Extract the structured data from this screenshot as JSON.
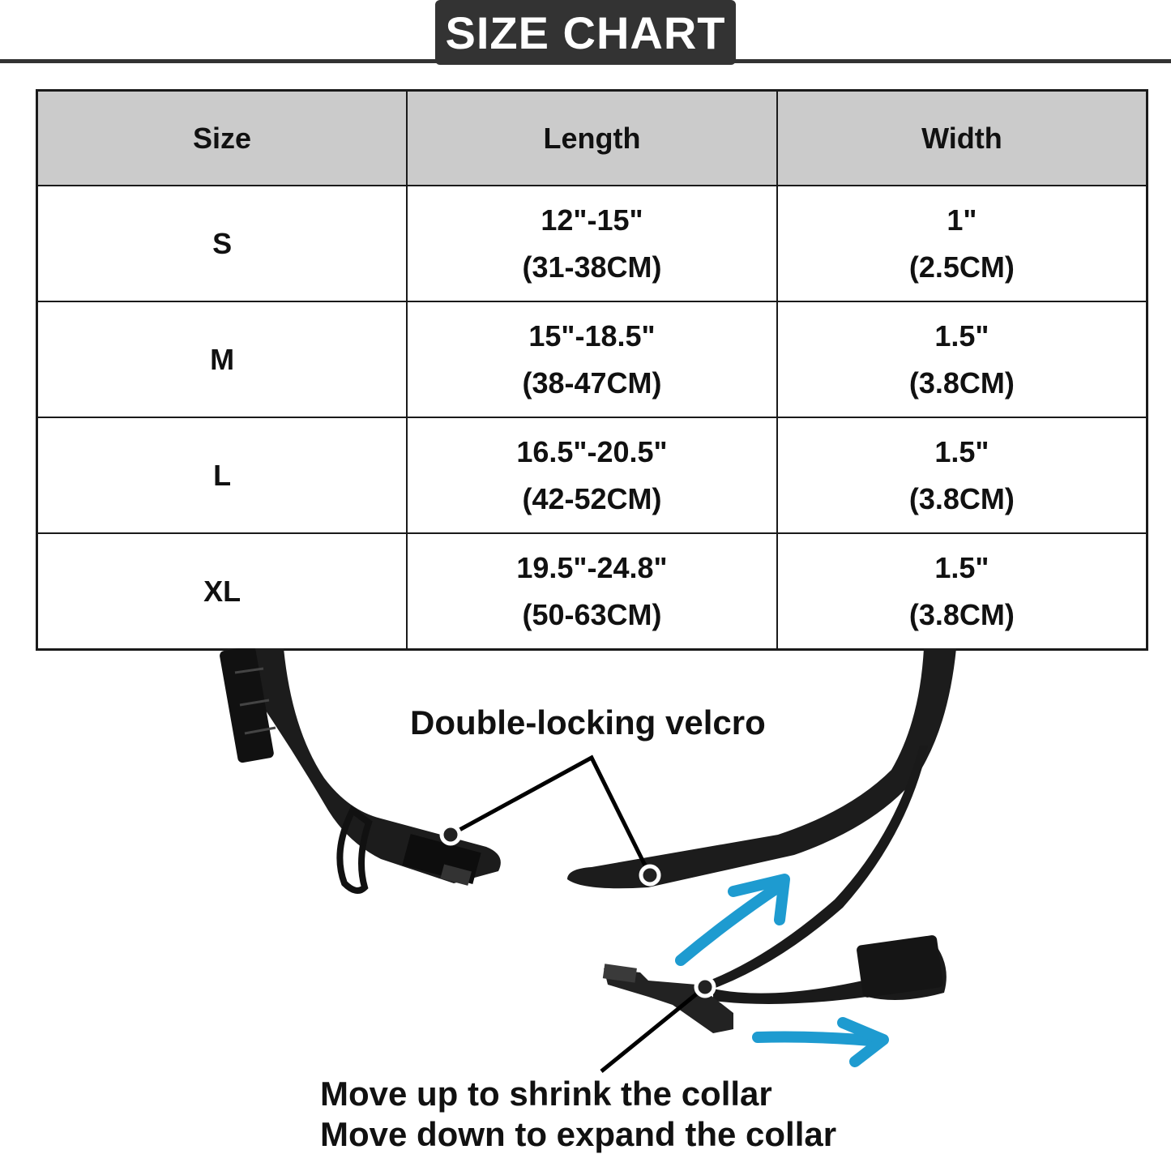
{
  "header": {
    "title": "SIZE CHART"
  },
  "table": {
    "columns": [
      "Size",
      "Length",
      "Width"
    ],
    "rows": [
      {
        "size": "S",
        "length_in": "12\"-15\"",
        "length_cm": "(31-38CM)",
        "width_in": "1\"",
        "width_cm": "(2.5CM)"
      },
      {
        "size": "M",
        "length_in": "15\"-18.5\"",
        "length_cm": "(38-47CM)",
        "width_in": "1.5\"",
        "width_cm": "(3.8CM)"
      },
      {
        "size": "L",
        "length_in": "16.5\"-20.5\"",
        "length_cm": "(42-52CM)",
        "width_in": "1.5\"",
        "width_cm": "(3.8CM)"
      },
      {
        "size": "XL",
        "length_in": "19.5\"-24.8\"",
        "length_cm": "(50-63CM)",
        "width_in": "1.5\"",
        "width_cm": "(3.8CM)"
      }
    ]
  },
  "diagram": {
    "callout_velcro": "Double-locking velcro",
    "callout_adjust_line1": "Move up to shrink the collar",
    "callout_adjust_line2": "Move down to expand the collar",
    "icons": [
      "collar-illustration",
      "arrow-up-right-icon",
      "arrow-right-icon"
    ],
    "colors": {
      "arrow": "#1e9bd0",
      "collar": "#1a1a1a",
      "header_bg": "#333333",
      "table_header_bg": "#cbcbcb"
    }
  }
}
